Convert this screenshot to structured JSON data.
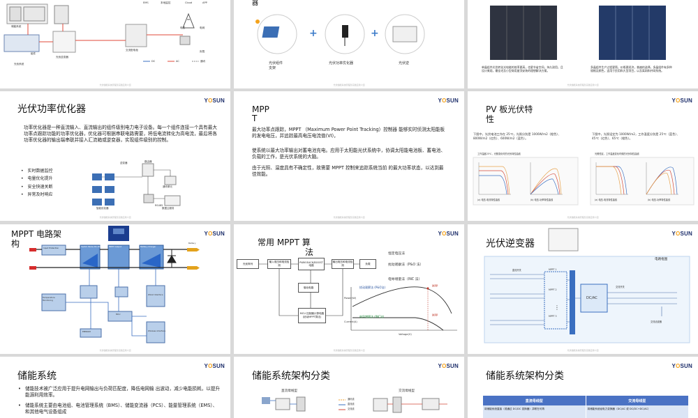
{
  "brand": {
    "logo_left": "Y",
    "logo_o": "O",
    "logo_right": "SUN",
    "footer": "光伏储能系统原理及实践应用介绍"
  },
  "slide1": {
    "labels": [
      "储能系统",
      "光伏逆变器",
      "组件",
      "光伏系统",
      "交流配电柜",
      "电表",
      "电网",
      "负载",
      "DC",
      "AC",
      "通讯",
      "EMS",
      "本地监控",
      "Cloud",
      "APP"
    ]
  },
  "slide2": {
    "title_tail": "器",
    "items": [
      "光伏组件\n支架",
      "光伏功率优化器",
      "光伏逆"
    ]
  },
  "slide3": {
    "captions": [
      "单晶组件光伏转化光电能的效率更高，也更节省空间，持久耐用，且设计美观，最佳宅及小型商用屋顶安装的理想解决方案。",
      "多晶组件生产过程更简，价格更经济，普遍的选择。多晶组件有多种规格及颜色，适用于民用和大型项目，以及离网和并网系统。"
    ]
  },
  "slide4": {
    "title": "光伏功率优化器",
    "body": "功率优化器是一种直流输入、直流输出的组件级别电力电子设备。每一个组件连接一个具有最大功率点跟踪功能的功率优化器，优化器可根据串联电路需要，将低电流转化为高电流，最后将各功率优化器的输出端串联并接入汇流箱或逆变器，实现组件级别的控制。",
    "bullets": [
      "实时数据监控",
      "电量优化提升",
      "安全快速关断",
      "异常及时响应"
    ],
    "diagram_labels": [
      "逆变器",
      "路由器",
      "通讯单元",
      "智能优化器",
      "RS485",
      "数据云服务"
    ]
  },
  "slide5": {
    "title_line1": "MPP",
    "title_line2": "T",
    "body": [
      "最大功率点跟踪，MPPT （Maximum Power Point Tracking）控制器 能够实时侦测太阳能板的发电电压，并追踪最高电压电流值(VI)，",
      "使系统以最大功率输出对蓄电池充电。应用于太阳能光伏系统中，协调太阳能电池板、蓄电池、负载的工作，是光伏系统的大脑。",
      "由于光照、温度具有不确定性，故需要 MPPT 控制来追踪系统当前 的最大功率状态，以达到最佳效能。"
    ]
  },
  "slide6": {
    "title_line1": "PV 板光伏特",
    "title_line2": "性",
    "left_text": "下图中，光伏电池工作在 25℃，光照分别是 1000W/m2（橙色）、800W/m2（红色）、600W/m2（蓝色）。",
    "right_text": "下图中，光照设定为 1000W/m2，工作温度分别是 25℃（蓝色）、45℃（红色）、65℃（橙色）。",
    "chart_left_title": "工作温度25℃，光照变化时的光伏特性曲线",
    "chart_right_title": "光照恒定，工作温度变化时候的光伏特性曲线",
    "cap_a": "(a) 电压-电流特性曲线",
    "cap_b": "(b) 电压-功率特性曲线"
  },
  "slide7": {
    "title_line1": "MPPT 电路架",
    "title_line2": "构",
    "blocks": [
      "Input Protection",
      "Switch Mode DC-DC",
      "MPPT Output",
      "Battery Charger",
      "Temperature Monitoring",
      "MCU",
      "EEPROM",
      "Wired Interface",
      "Wireless Interface",
      "Battery"
    ]
  },
  "slide8": {
    "title_line1": "常用 MPPT 算",
    "title_line2": "法",
    "blocks": [
      "光伏阵列",
      "输入电压和电流检测",
      "PWM BUCK/BOOST 电路",
      "输出电压和电流检测",
      "负载",
      "驱动电路",
      "MCU 控制器计算电路(扰动MPPT算法)"
    ],
    "methods": [
      "恒定电压法",
      "扰动观察法（P&O 法）",
      "电导增量法（INC 法）"
    ],
    "curve_labels": [
      "扰动观察法 (P&O法)",
      "电导增量法 (INC法)"
    ],
    "mpp": "MPP",
    "xlabel": "Voltage(V)",
    "ylabel_top": "Power(W)",
    "ylabel_bottom": "Current(A)"
  },
  "slide9": {
    "title": "光伏逆变器",
    "diagram_title": "电路框图",
    "labels": [
      "直流开关",
      "MPPT 1",
      "MPPT 2",
      "MPPT 3",
      "DC/AC",
      "交流开关",
      "交流滤波器"
    ]
  },
  "slide10": {
    "title": "储能系统",
    "bullets": [
      "储能技术被广泛应用于提升电网输出与负荷匹配度，降低电网输 出波动，减少电能损耗，以提升能源利用效率。",
      "储能系统主要由电池组、电池管理系统（BMS）、储能变流器（PCS）、能量管理系统（EMS）、和其他电气设备组成"
    ]
  },
  "slide11": {
    "title": "储能系统架构分类",
    "left_label": "直流母线型",
    "right_label": "交流母线型",
    "legend": [
      "通讯线",
      "直流线",
      "交流线"
    ]
  },
  "slide12": {
    "title": "储能系统架构分类",
    "col1": "直流母线型",
    "col2": "交流母线型",
    "row1_left": "将储能系统直接（或通过 DC/DC 变换器）并联在可再",
    "row1_right": "将储能系统经电力变换器（DC/AC 或 DC/DC+DC/AC）"
  }
}
